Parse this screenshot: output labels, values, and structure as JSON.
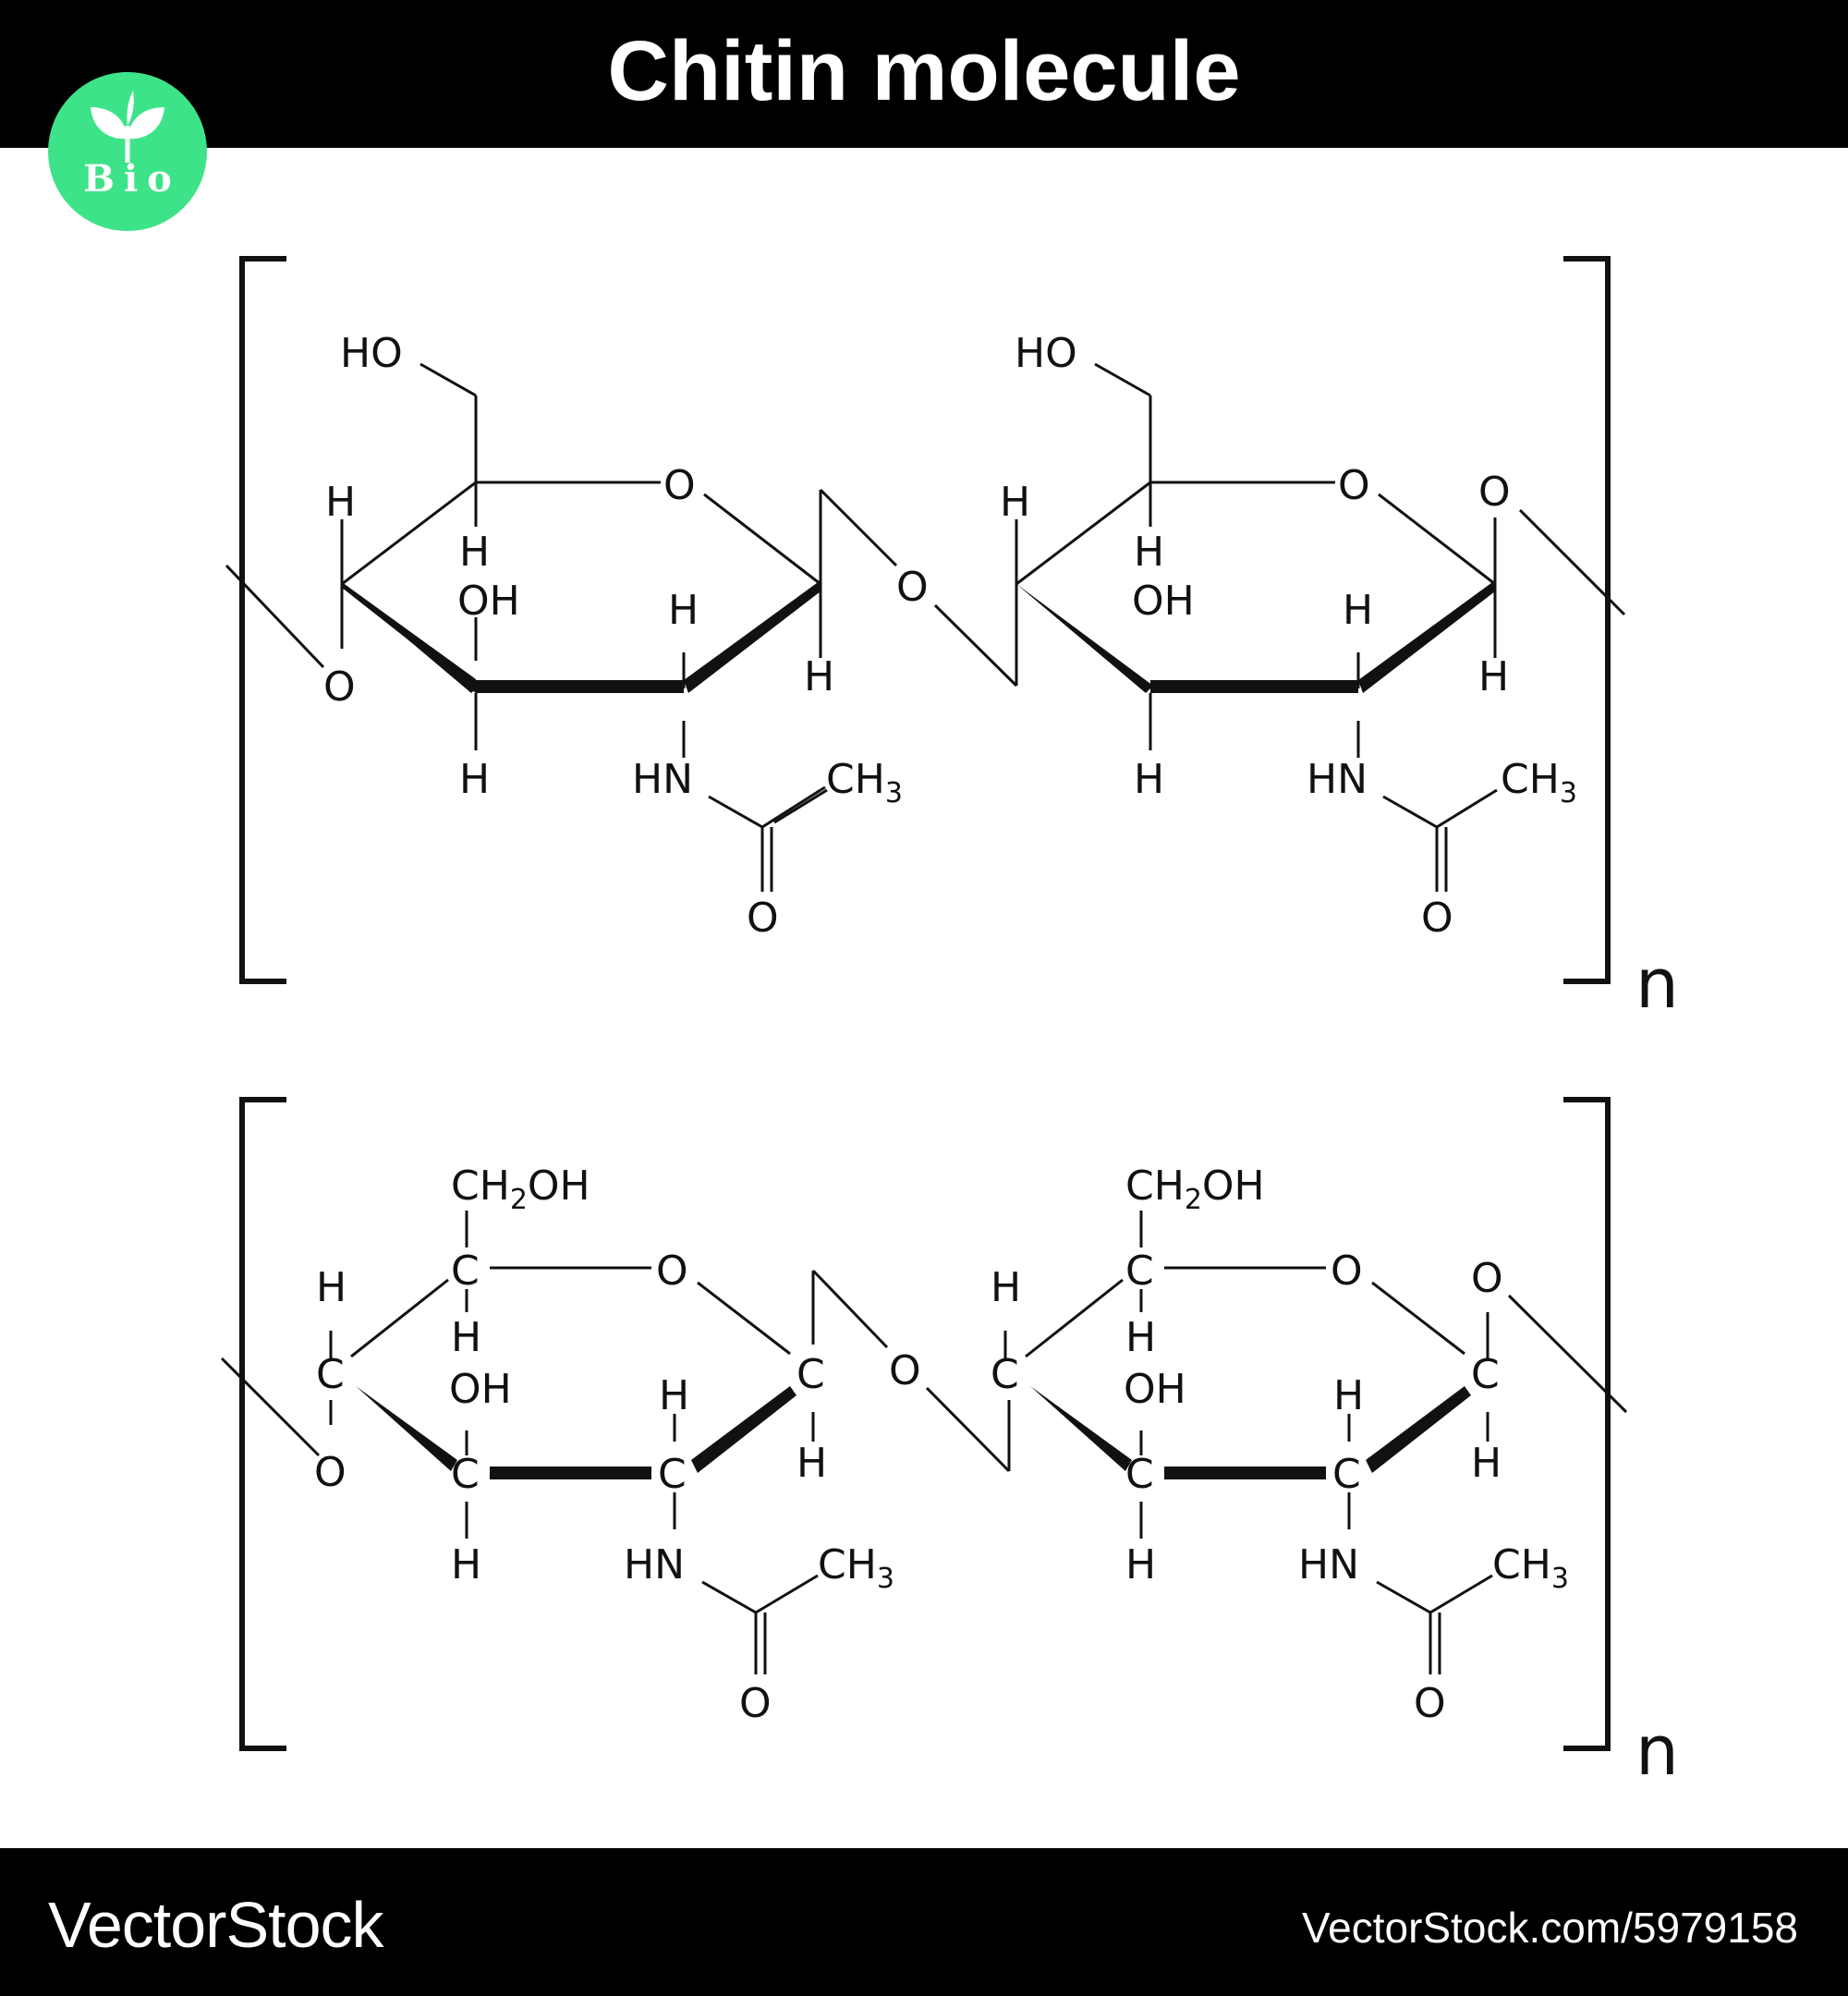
{
  "header": {
    "title": "Chitin molecule",
    "background": "#000000",
    "title_color": "#ffffff"
  },
  "badge": {
    "text": "Bio",
    "color": "#3de388",
    "icon": "leaf-sprout-icon"
  },
  "structure": {
    "repeat_index": "n",
    "atoms": {
      "oxygen": "O",
      "hydrogen": "H",
      "carbon": "C",
      "hydroxyl": "OH",
      "hydroxyl_left": "HO",
      "amine": "HN",
      "methyl": "CH",
      "methyl_sub": "3",
      "methylene": "CH",
      "methylene_sub": "2",
      "methylene_tail": "OH"
    }
  },
  "footer": {
    "brand": "VectorStock",
    "url": "VectorStock.com/5979158",
    "background": "#000000"
  }
}
